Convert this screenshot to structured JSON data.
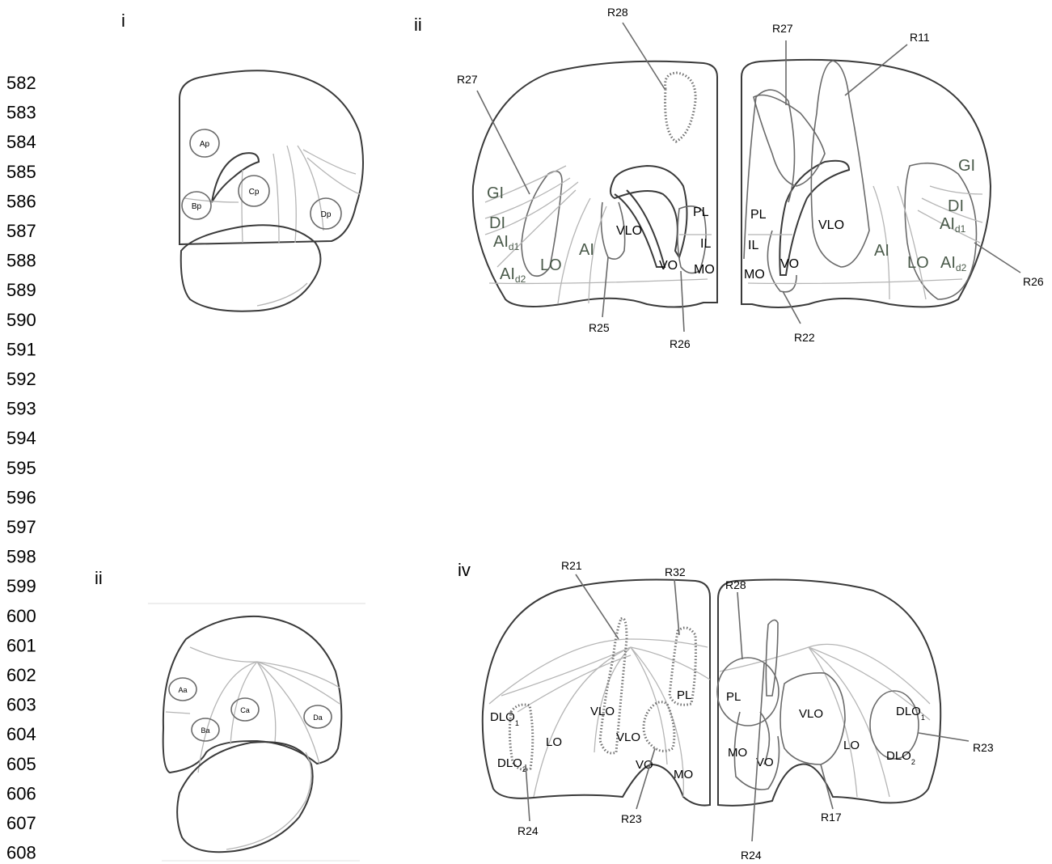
{
  "line_numbers": [
    "582",
    "583",
    "584",
    "585",
    "586",
    "587",
    "588",
    "589",
    "590",
    "591",
    "592",
    "593",
    "594",
    "595",
    "596",
    "597",
    "598",
    "599",
    "600",
    "601",
    "602",
    "603",
    "604",
    "605",
    "606",
    "607",
    "608"
  ],
  "panels": {
    "p1": {
      "label": "i",
      "sites": [
        "Ap",
        "Bp",
        "Cp",
        "Dp"
      ]
    },
    "p2": {
      "label": "ii",
      "left": {
        "regions": {
          "gi": "GI",
          "di": "DI",
          "ai_d1_base": "AI",
          "ai_d1_sub": "d1",
          "ai_d2_base": "AI",
          "ai_d2_sub": "d2",
          "lo": "LO",
          "ai": "AI",
          "vlo": "VLO",
          "pl": "PL",
          "il": "IL",
          "vo": "VO",
          "mo": "MO"
        },
        "callouts": {
          "r27": "R27",
          "r28": "R28",
          "r25": "R25",
          "r26": "R26"
        }
      },
      "right": {
        "regions": {
          "pl": "PL",
          "il": "IL",
          "mo": "MO",
          "vo": "VO",
          "vlo": "VLO",
          "ai": "AI",
          "lo": "LO",
          "gi": "GI",
          "di": "DI",
          "ai_d1_base": "AI",
          "ai_d1_sub": "d1",
          "ai_d2_base": "AI",
          "ai_d2_sub": "d2"
        },
        "callouts": {
          "r27": "R27",
          "r11": "R11",
          "r26": "R26",
          "r22": "R22"
        }
      }
    },
    "p3": {
      "label": "ii",
      "sites": [
        "Aa",
        "Ba",
        "Ca",
        "Da"
      ]
    },
    "p4": {
      "label": "iv",
      "left": {
        "regions": {
          "dlo1_base": "DLO",
          "dlo1_sub": "1",
          "lo": "LO",
          "dlo2_base": "DLO",
          "dlo2_sub": "2",
          "vlo_upper": "VLO",
          "vlo_lower": "VLO",
          "pl": "PL",
          "vo": "VO",
          "mo": "MO"
        },
        "callouts": {
          "r21": "R21",
          "r32": "R32",
          "r24": "R24",
          "r23": "R23"
        }
      },
      "right": {
        "regions": {
          "pl": "PL",
          "mo": "MO",
          "vo": "VO",
          "vlo": "VLO",
          "lo": "LO",
          "dlo1_base": "DLO",
          "dlo1_sub": "1",
          "dlo2_base": "DLO",
          "dlo2_sub": "2"
        },
        "callouts": {
          "r28": "R28",
          "r23": "R23",
          "r17": "R17",
          "r24": "R24"
        }
      }
    }
  }
}
